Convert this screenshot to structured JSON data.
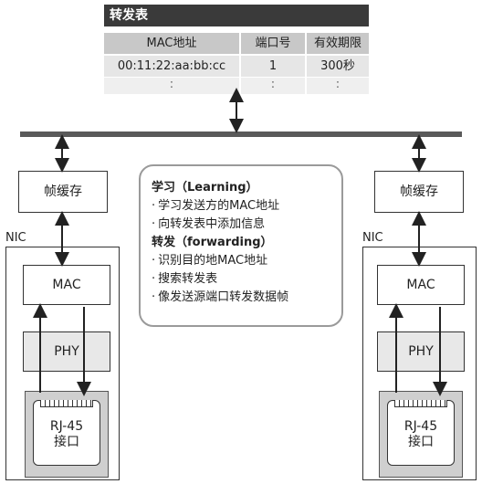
{
  "table": {
    "title": "转发表",
    "headers": [
      "MAC地址",
      "端口号",
      "有效期限"
    ],
    "row": [
      "00:11:22:aa:bb:cc",
      "1",
      "300秒"
    ],
    "more": [
      ":",
      ":",
      ":"
    ]
  },
  "left": {
    "cache": "帧缓存",
    "nic": "NIC",
    "mac": "MAC",
    "phy": "PHY",
    "jack_line1": "RJ-45",
    "jack_line2": "接口"
  },
  "right": {
    "cache": "帧缓存",
    "nic": "NIC",
    "mac": "MAC",
    "phy": "PHY",
    "jack_line1": "RJ-45",
    "jack_line2": "接口"
  },
  "info": {
    "learning_title": "学习（Learning）",
    "learning_items": [
      "学习发送方的MAC地址",
      "向转发表中添加信息"
    ],
    "forwarding_title": "转发（forwarding）",
    "forwarding_items": [
      "识别目的地MAC地址",
      "搜索转发表",
      "像发送源端口转发数据帧"
    ]
  }
}
